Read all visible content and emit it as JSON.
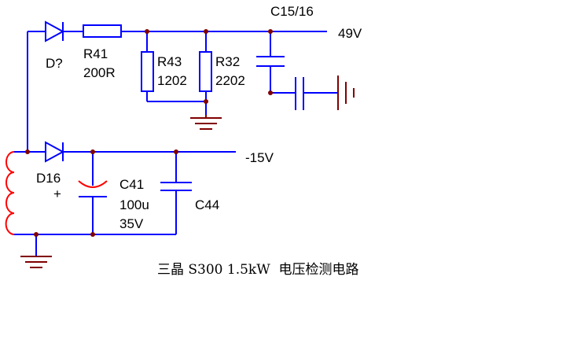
{
  "diagram": {
    "colors": {
      "background": "#ffffff",
      "wire": "#0000ff",
      "ground": "#800000",
      "junction": "#800000",
      "inductor": "#ff0000",
      "electrolytic_plate": "#ff0000",
      "text": "#000000"
    },
    "labels": {
      "c15_16": "C15/16",
      "v49": "49V",
      "dq": "D?",
      "r41": "R41",
      "r41_value": "200R",
      "r43": "R43",
      "r43_value": "1202",
      "r32": "R32",
      "r32_value": "2202",
      "v_neg15": "-15V",
      "d16": "D16",
      "plus": "+",
      "c41": "C41",
      "c41_value": "100u",
      "c41_voltage": "35V",
      "c44": "C44"
    },
    "caption": "三晶 S300 1.5kW  电压检测电路"
  }
}
